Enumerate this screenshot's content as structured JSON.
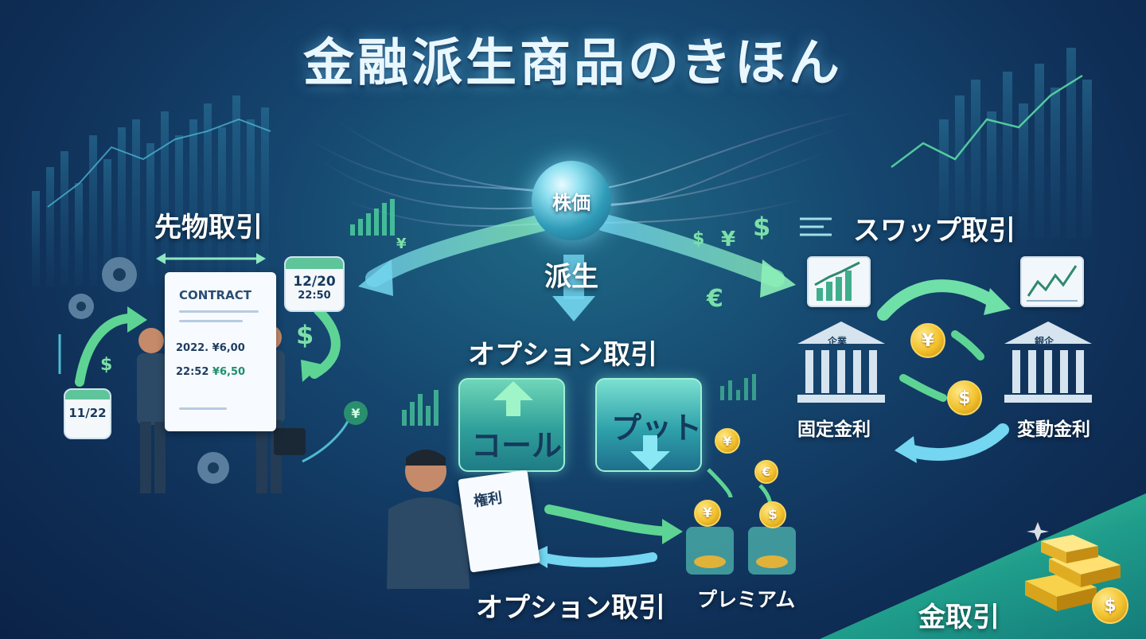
{
  "title": "金融派生商品のきほん",
  "center": {
    "orb_label": "株価",
    "derive_label": "派生"
  },
  "futures": {
    "label": "先物取引",
    "contract_title": "CONTRACT",
    "contract_row1": "2022. ¥6,00",
    "contract_row2_left": "22:52",
    "contract_row2_right": "¥6,50",
    "calendar_top_date": "12/20",
    "calendar_top_time": "22:50",
    "calendar_bottom_date": "11/22"
  },
  "options": {
    "label_top": "オプション取引",
    "call_label": "コール",
    "put_label": "プット",
    "document_label": "権利",
    "label_bottom": "オプション取引",
    "premium_label": "プレミアム"
  },
  "swaps": {
    "label": "スワップ取引",
    "bank_left_name": "企業",
    "bank_right_name": "銀企",
    "fixed_rate_label": "固定金利",
    "floating_rate_label": "変動金利"
  },
  "gold": {
    "label": "金取引"
  },
  "icons": [
    "gear-icon",
    "calendar-icon",
    "dollar-icon",
    "yen-icon",
    "euro-icon",
    "bar-chart-icon",
    "bank-icon",
    "coin-icon",
    "jar-icon",
    "gold-bar-icon"
  ],
  "colors": {
    "accent_green": "#6fe0a8",
    "accent_cyan": "#7fd8f0",
    "gold": "#f2c12c",
    "background": "#15456e"
  }
}
